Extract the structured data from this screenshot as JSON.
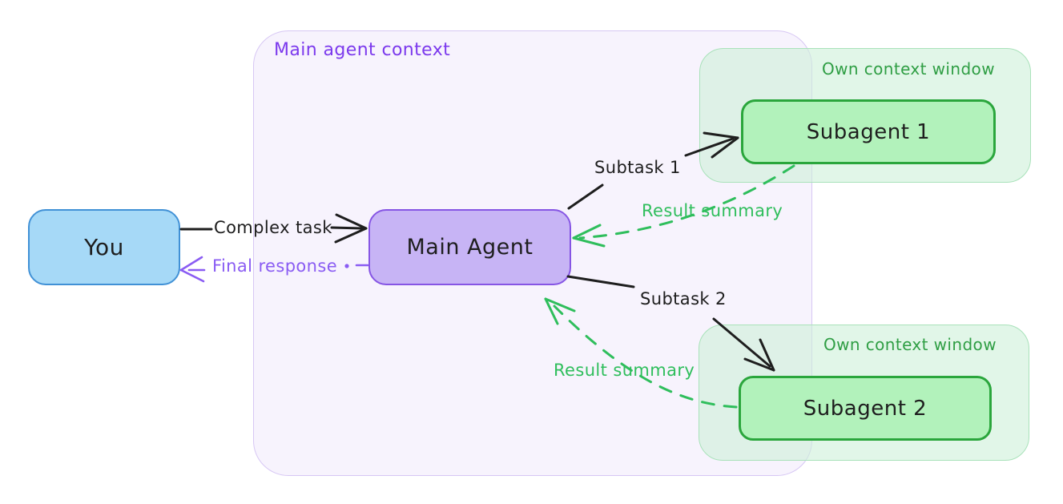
{
  "diagram": {
    "nodes": {
      "you": "You",
      "main_agent": "Main Agent",
      "subagent1": "Subagent 1",
      "subagent2": "Subagent 2"
    },
    "regions": {
      "main_context": "Main agent context",
      "subagent1_context": "Own context window",
      "subagent2_context": "Own context window"
    },
    "edges": {
      "complex_task": "Complex task",
      "final_response": "Final response",
      "subtask1": "Subtask 1",
      "result_summary1": "Result summary",
      "subtask2": "Subtask 2",
      "result_summary2": "Result summary"
    },
    "colors": {
      "you_fill": "#a6d9f7",
      "you_border": "#4191d6",
      "main_agent_fill": "#c7b4f5",
      "main_agent_border": "#8655e4",
      "main_context_fill": "#f7f3fd",
      "main_context_border": "#d7c7f4",
      "main_context_label": "#7c3aed",
      "subagent_fill": "#b2f2bb",
      "subagent_border": "#2aa63c",
      "own_context_label": "#2f9e44",
      "result_arrow_green": "#2fbe5c",
      "final_response_purple": "#8a5cf3",
      "black_stroke": "#1e1e1e"
    }
  }
}
